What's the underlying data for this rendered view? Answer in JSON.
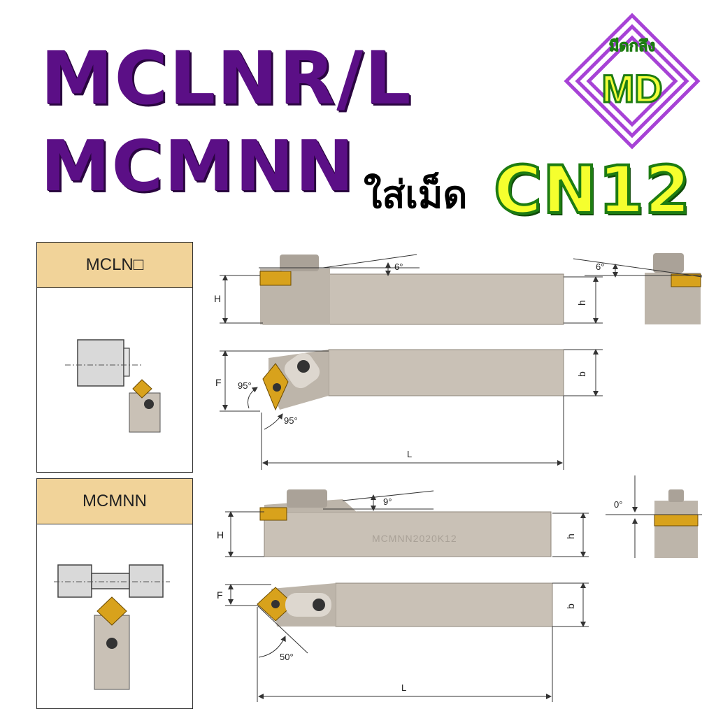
{
  "heading": {
    "line1": "MCLNR/L",
    "line2": "MCMNN",
    "insert_thai": "ใส่เม็ด",
    "insert_code": "CN12"
  },
  "logo": {
    "letters": "MD",
    "thai_text": "มีดกลึง",
    "colors": {
      "border": "#a742d6",
      "fill": "#f2ff3a",
      "outline": "#1d7c12"
    }
  },
  "sections": [
    {
      "header": "MCLN□",
      "dims": {
        "H": "H",
        "h": "h",
        "F": "F",
        "b": "b",
        "L": "L"
      },
      "angles": {
        "top_left": "6°",
        "top_right": "6°",
        "approach_a": "95°",
        "approach_b": "95°"
      }
    },
    {
      "header": "MCMNN",
      "dims": {
        "H": "H",
        "h": "h",
        "F": "F",
        "b": "b",
        "L": "L"
      },
      "angles": {
        "top": "9°",
        "end": "0°",
        "approach": "50°"
      },
      "engraving": "MCMNN2020K12"
    }
  ],
  "colors": {
    "title": "#5b0f86",
    "panel_header": "#f1d399",
    "holder": "#c9c1b6",
    "insert": "#d8a21c"
  }
}
